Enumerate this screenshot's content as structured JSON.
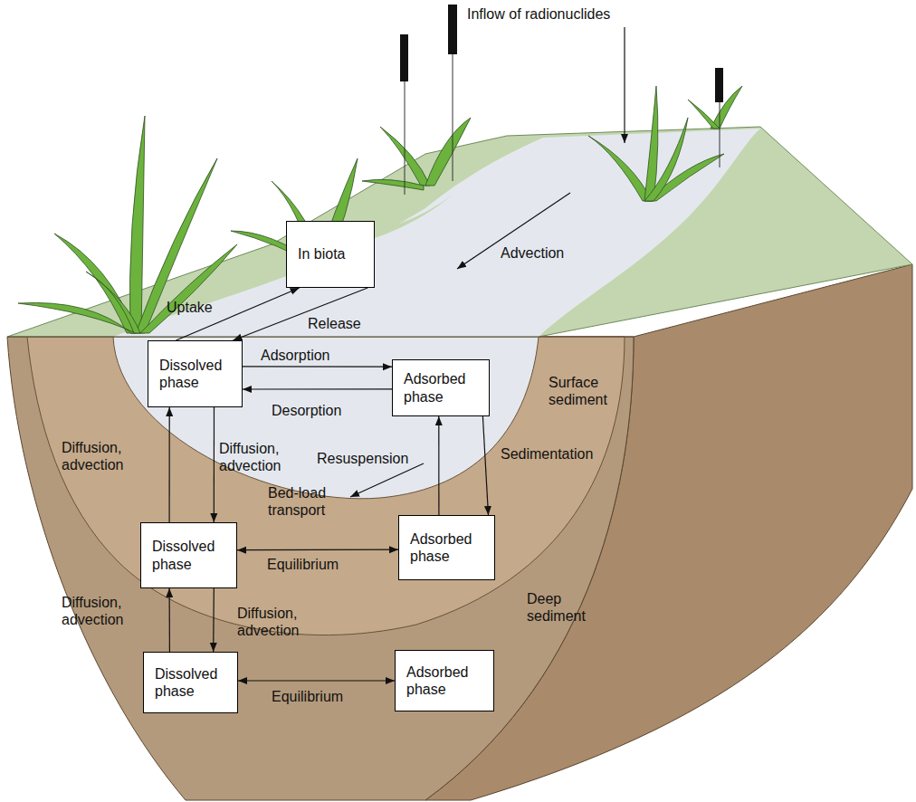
{
  "diagram": {
    "nodes": [
      {
        "text": [
          "In biota"
        ]
      },
      {
        "text": [
          "Dissolved phase"
        ]
      },
      {
        "text": [
          "Adsorbed phase"
        ]
      },
      {
        "text": [
          "Dissolved phase"
        ]
      },
      {
        "text": [
          "Adsorbed phase"
        ]
      },
      {
        "text": [
          "Dissolved phase"
        ]
      },
      {
        "text": [
          "Adsorbed phase"
        ]
      }
    ],
    "edges": [
      {
        "from": 1,
        "to": 0,
        "label": "Uptake",
        "arrow": "to"
      },
      {
        "from": 0,
        "to": 1,
        "label": "Release",
        "arrow": "to"
      },
      {
        "from": 1,
        "to": 2,
        "label": "Adsorption",
        "arrow": "to"
      },
      {
        "from": 2,
        "to": 1,
        "label": "Desorption",
        "arrow": "to"
      },
      {
        "from": 3,
        "to": 1,
        "label": "Diffusion, advection",
        "arrow": "to"
      },
      {
        "from": 1,
        "to": 3,
        "label": "Diffusion, advection",
        "arrow": "to"
      },
      {
        "from": 4,
        "to": 2,
        "label": "Resuspension",
        "arrow": "to"
      },
      {
        "from": 2,
        "to": 4,
        "label": "Sedimentation",
        "arrow": "to"
      },
      {
        "from": 3,
        "to": 4,
        "label": "Equilibrium",
        "arrow": "both"
      },
      {
        "from": 5,
        "to": 3,
        "label": "Diffusion, advection",
        "arrow": "to"
      },
      {
        "from": 3,
        "to": 5,
        "label": "Diffusion, advection",
        "arrow": "to"
      },
      {
        "from": 5,
        "to": 6,
        "label": "Equilibrium",
        "arrow": "both"
      }
    ],
    "labels": [
      "Inflow of radionuclides",
      "Advection",
      "Bed-load transport",
      "Surface sediment",
      "Deep sediment"
    ]
  }
}
